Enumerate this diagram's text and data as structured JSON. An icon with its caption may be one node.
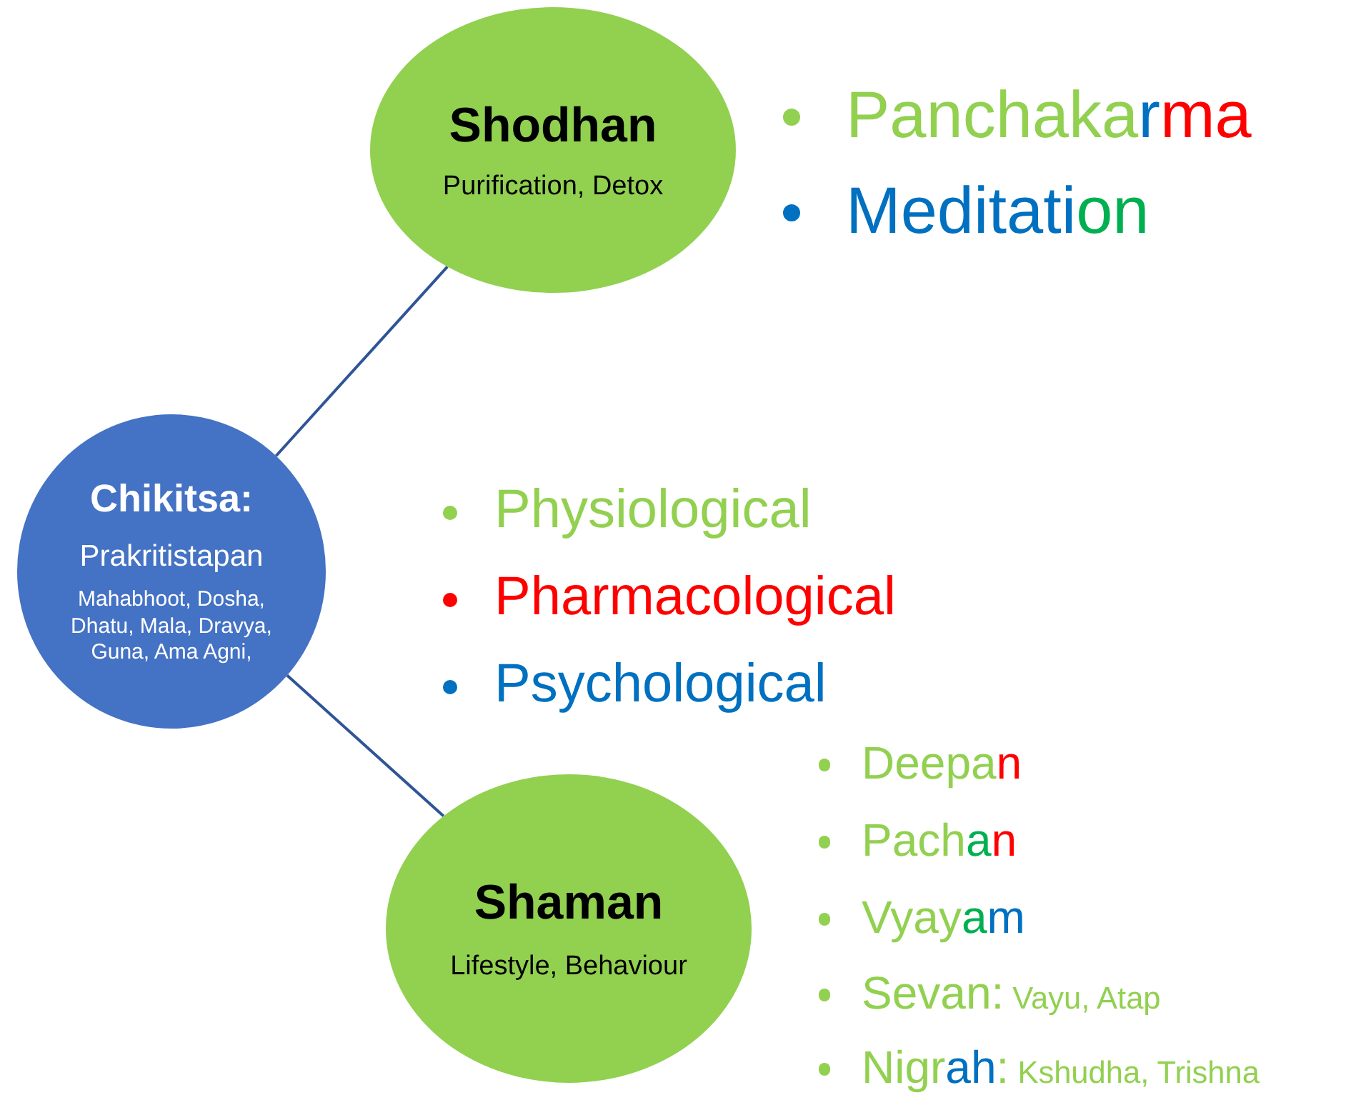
{
  "diagram": {
    "nodes": [
      {
        "text": [
          "Shodhan",
          "Purification, Detox"
        ]
      },
      {
        "text": [
          "Chikitsa:",
          "Prakritistapan",
          "Mahabhoot, Dosha, Dhatu, Mala, Dravya, Guna, Ama Agni,"
        ]
      },
      {
        "text": [
          "Shaman",
          "Lifestyle, Behaviour"
        ]
      }
    ],
    "edges": [
      {
        "from": 1,
        "to": 0,
        "arrow": "none"
      },
      {
        "from": 1,
        "to": 2,
        "arrow": "none"
      }
    ],
    "labels": [
      "Panchakarma",
      "Meditation",
      "Physiological",
      "Pharmacological",
      "Psychological",
      "Deepan",
      "Pachan",
      "Vyayam",
      "Sevan: Vayu, Atap",
      "Nigrah: Kshudha, Trishna"
    ]
  }
}
